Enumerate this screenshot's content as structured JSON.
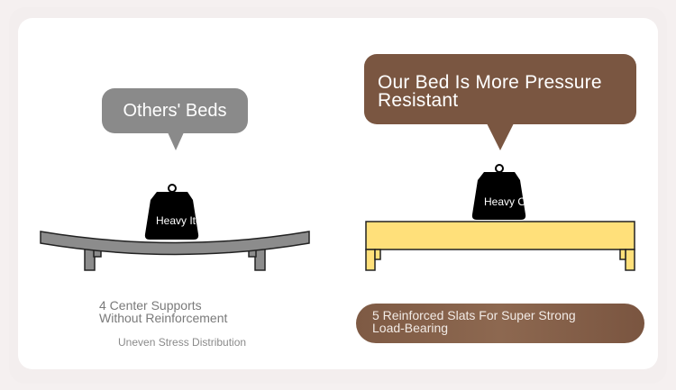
{
  "left_panel": {
    "bubble_text": "Others' Beds",
    "weight_label": "Heavy Ite",
    "caption_line1": "4 Center Supports",
    "caption_line2": "Without Reinforcement",
    "subcaption": "Uneven Stress Distribution"
  },
  "right_panel": {
    "bubble_line1": "Our Bed Is More Pressure",
    "bubble_line2": "Resistant",
    "weight_label": "Heavy Ob",
    "pill_line1": "5 Reinforced Slats For Super Strong",
    "pill_line2": "Load-Bearing"
  },
  "colors": {
    "gray_bubble": "#8a8a8a",
    "brown_bubble": "#7a5641",
    "bed_gray": "#8c8c8c",
    "bed_yellow": "#ffe07a"
  }
}
